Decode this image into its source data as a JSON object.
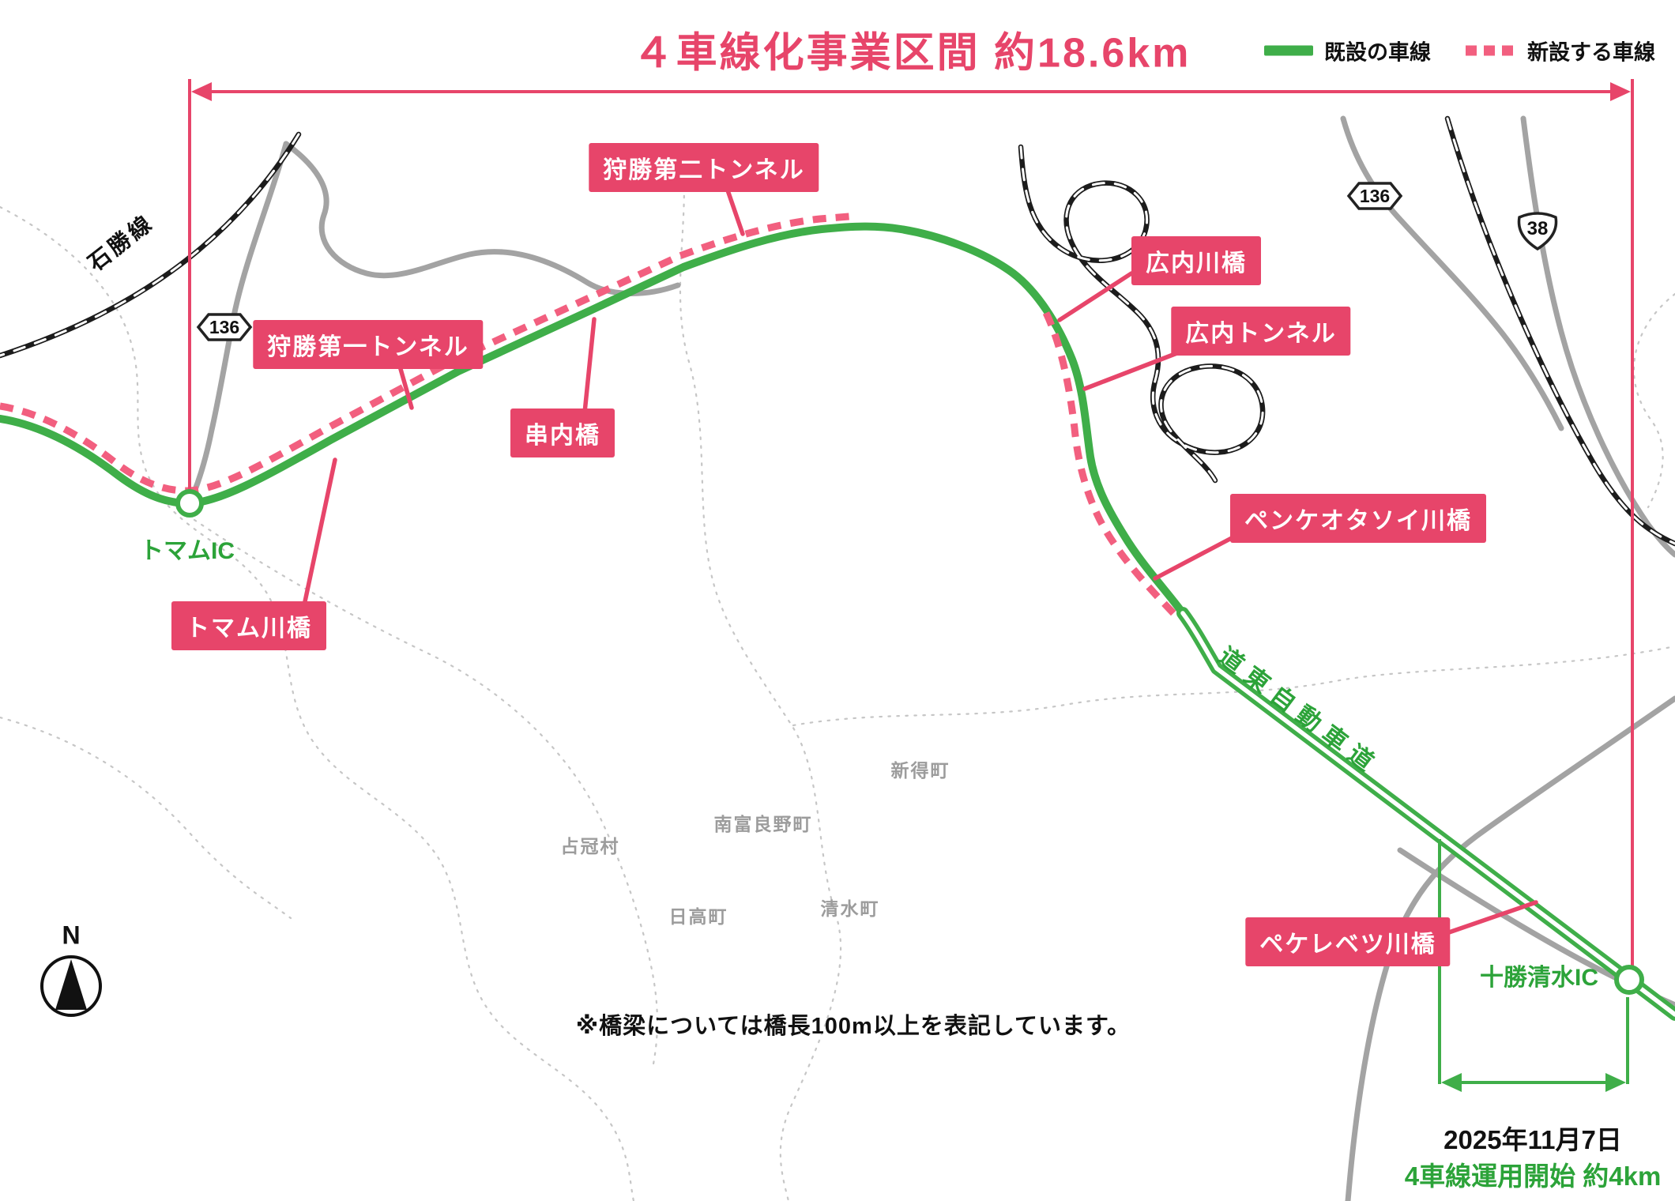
{
  "colors": {
    "accent": "#e7456a",
    "new_lane_pink": "#f25f7f",
    "existing_lane_green": "#3fae49",
    "road_gray": "#a3a3a3",
    "railway_black": "#1c1c1c"
  },
  "header": {
    "title": "４車線化事業区間 約18.6km",
    "legend": [
      {
        "label": "既設の車線"
      },
      {
        "label": "新設する車線"
      }
    ]
  },
  "map": {
    "callouts": [
      {
        "label": "狩勝第二トンネル"
      },
      {
        "label": "狩勝第一トンネル"
      },
      {
        "label": "串内橋"
      },
      {
        "label": "トマム川橋"
      },
      {
        "label": "広内川橋"
      },
      {
        "label": "広内トンネル"
      },
      {
        "label": "ペンケオタソイ川橋"
      },
      {
        "label": "ペケレベツ川橋"
      }
    ],
    "interchanges": [
      {
        "label": "トマムIC"
      },
      {
        "label": "十勝清水IC"
      }
    ],
    "roads": {
      "railway": "石勝線",
      "expressway": "道東自動車道"
    },
    "badges": {
      "route136": "136",
      "route38": "38"
    },
    "towns": [
      "新得町",
      "南富良野町",
      "占冠村",
      "日高町",
      "清水町"
    ],
    "note": "※橋梁については橋長100m以上を表記しています。",
    "opening": {
      "date": "2025年11月7日",
      "desc": "4車線運用開始 約4km"
    },
    "compass": {
      "label": "N"
    }
  }
}
